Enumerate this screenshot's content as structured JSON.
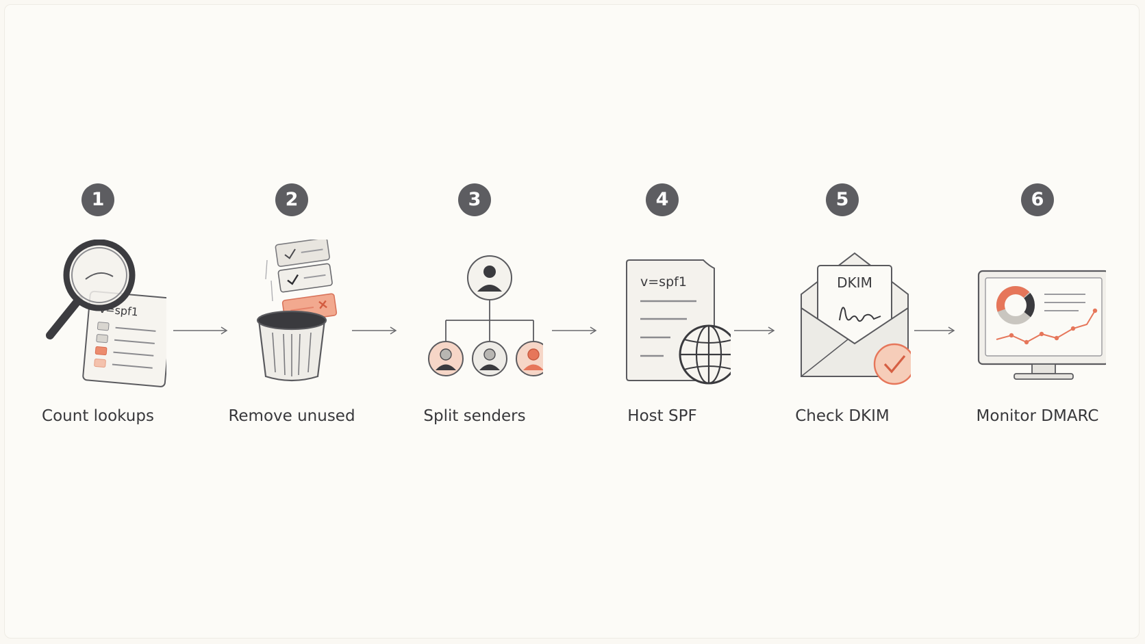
{
  "steps": [
    {
      "number": "1",
      "label": "Count lookups",
      "icon": "magnifier-record-icon",
      "record_text": "v=spf1"
    },
    {
      "number": "2",
      "label": "Remove unused",
      "icon": "trash-bin-icon"
    },
    {
      "number": "3",
      "label": "Split senders",
      "icon": "sender-tree-icon"
    },
    {
      "number": "4",
      "label": "Host SPF",
      "icon": "hosted-record-globe-icon",
      "record_text": "v=spf1"
    },
    {
      "number": "5",
      "label": "Check DKIM",
      "icon": "signed-envelope-icon",
      "card_text": "DKIM"
    },
    {
      "number": "6",
      "label": "Monitor DMARC",
      "icon": "monitor-dashboard-icon"
    }
  ],
  "colors": {
    "badge": "#5d5d61",
    "accent": "#e6765a",
    "accent_light": "#f5cbb8",
    "line": "#5a5a5e",
    "paper": "#f4f2ed"
  }
}
